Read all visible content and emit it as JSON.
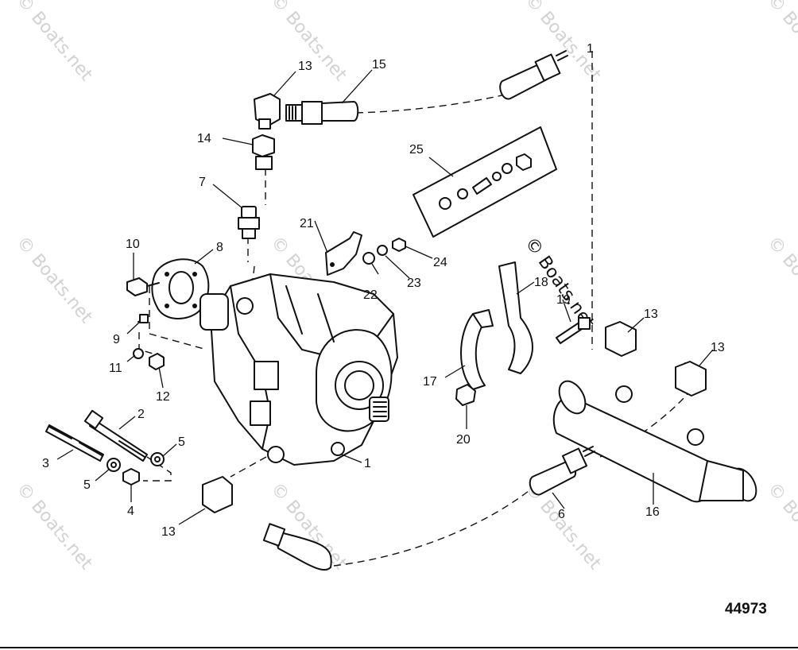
{
  "watermark": "© Boats.net",
  "reference_number": "44973",
  "callouts": {
    "c1": "1",
    "c2": "2",
    "c3": "3",
    "c4": "4",
    "c5a": "5",
    "c5b": "5",
    "c6": "6",
    "c7": "7",
    "c8": "8",
    "c9": "9",
    "c10": "10",
    "c11": "11",
    "c12": "12",
    "c13a": "13",
    "c13b": "13",
    "c13c": "13",
    "c13d": "13",
    "c14": "14",
    "c15": "15",
    "c16": "16",
    "c17": "17",
    "c18": "18",
    "c19": "19",
    "c20": "20",
    "c21": "21",
    "c22": "22",
    "c23": "23",
    "c24": "24",
    "c25": "25",
    "c_top1": "1"
  }
}
